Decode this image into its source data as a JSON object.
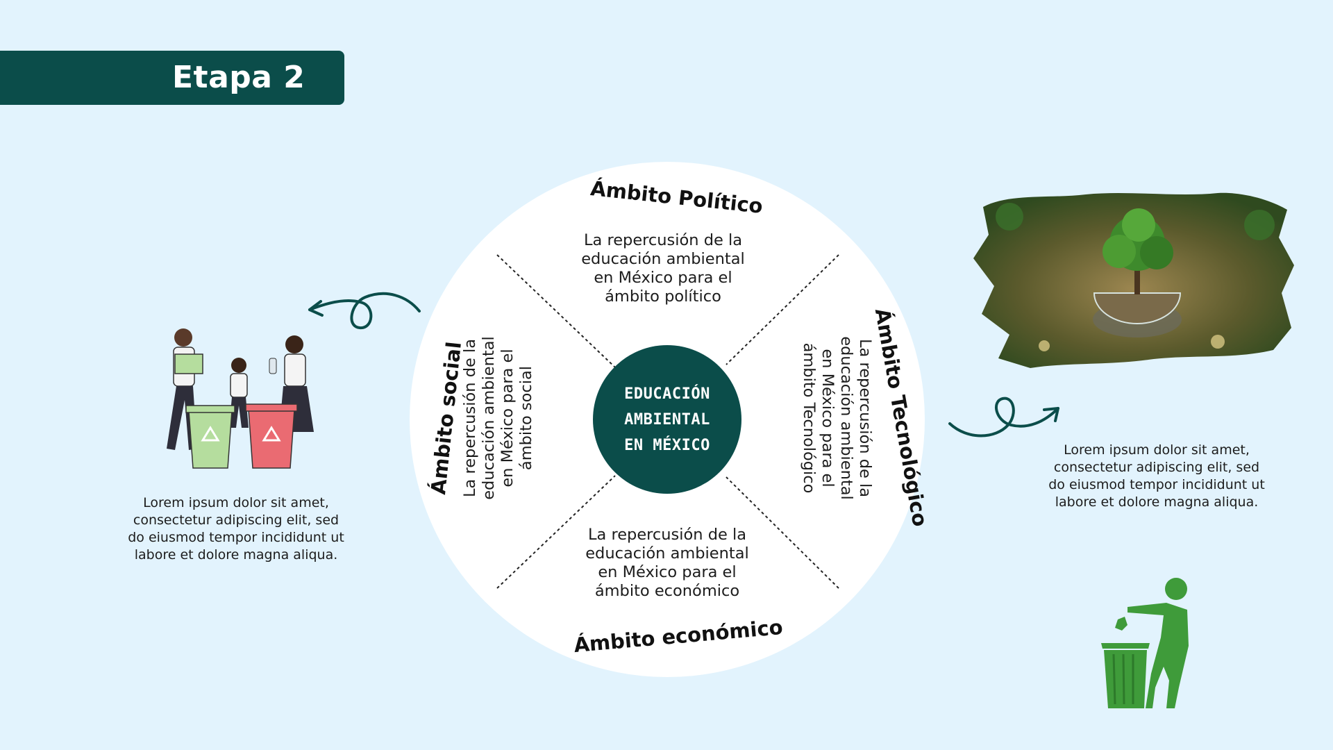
{
  "stage": {
    "title": "Etapa 2"
  },
  "center": {
    "title": "EDUCACIÓN\nAMBIENTAL\nEN MÉXICO"
  },
  "sectors": {
    "politico": {
      "title": "Ámbito Político",
      "description": "La repercusión de la\neducación ambiental\nen México para el\námbito político"
    },
    "social": {
      "title": "Ámbito social",
      "description": "La repercusión de la\neducación ambiental\nen México para el\námbito social"
    },
    "tecnologico": {
      "title": "Ámbito Tecnológico",
      "description": "La repercusión de la\neducación ambiental\nen México para el\námbito Tecnológico"
    },
    "economico": {
      "title": "Ámbito económico",
      "description": "La repercusión de la\neducación ambiental\nen México para el\námbito económico"
    }
  },
  "notes": {
    "left": "Lorem ipsum dolor sit amet,\nconsectetur adipiscing elit, sed\ndo eiusmod tempor incididunt ut\nlabore et dolore magna aliqua.",
    "right": "Lorem ipsum dolor sit amet,\nconsectetur adipiscing elit, sed\ndo eiusmod tempor incididunt ut\nlabore et dolore magna aliqua."
  },
  "colors": {
    "background": "#e2f3fd",
    "accent": "#0b4d4a",
    "wheel": "#ffffff",
    "recycle_green": "#a9d99a",
    "recycle_red": "#ea6b72",
    "leaf_green": "#3f9b3a"
  },
  "icons": {
    "left_arrow": "curly-arrow-left-icon",
    "right_arrow": "curly-arrow-right-icon",
    "family": "family-recycling-illustration",
    "tree": "tree-in-globe-photo",
    "bin": "person-throwing-trash-icon"
  }
}
